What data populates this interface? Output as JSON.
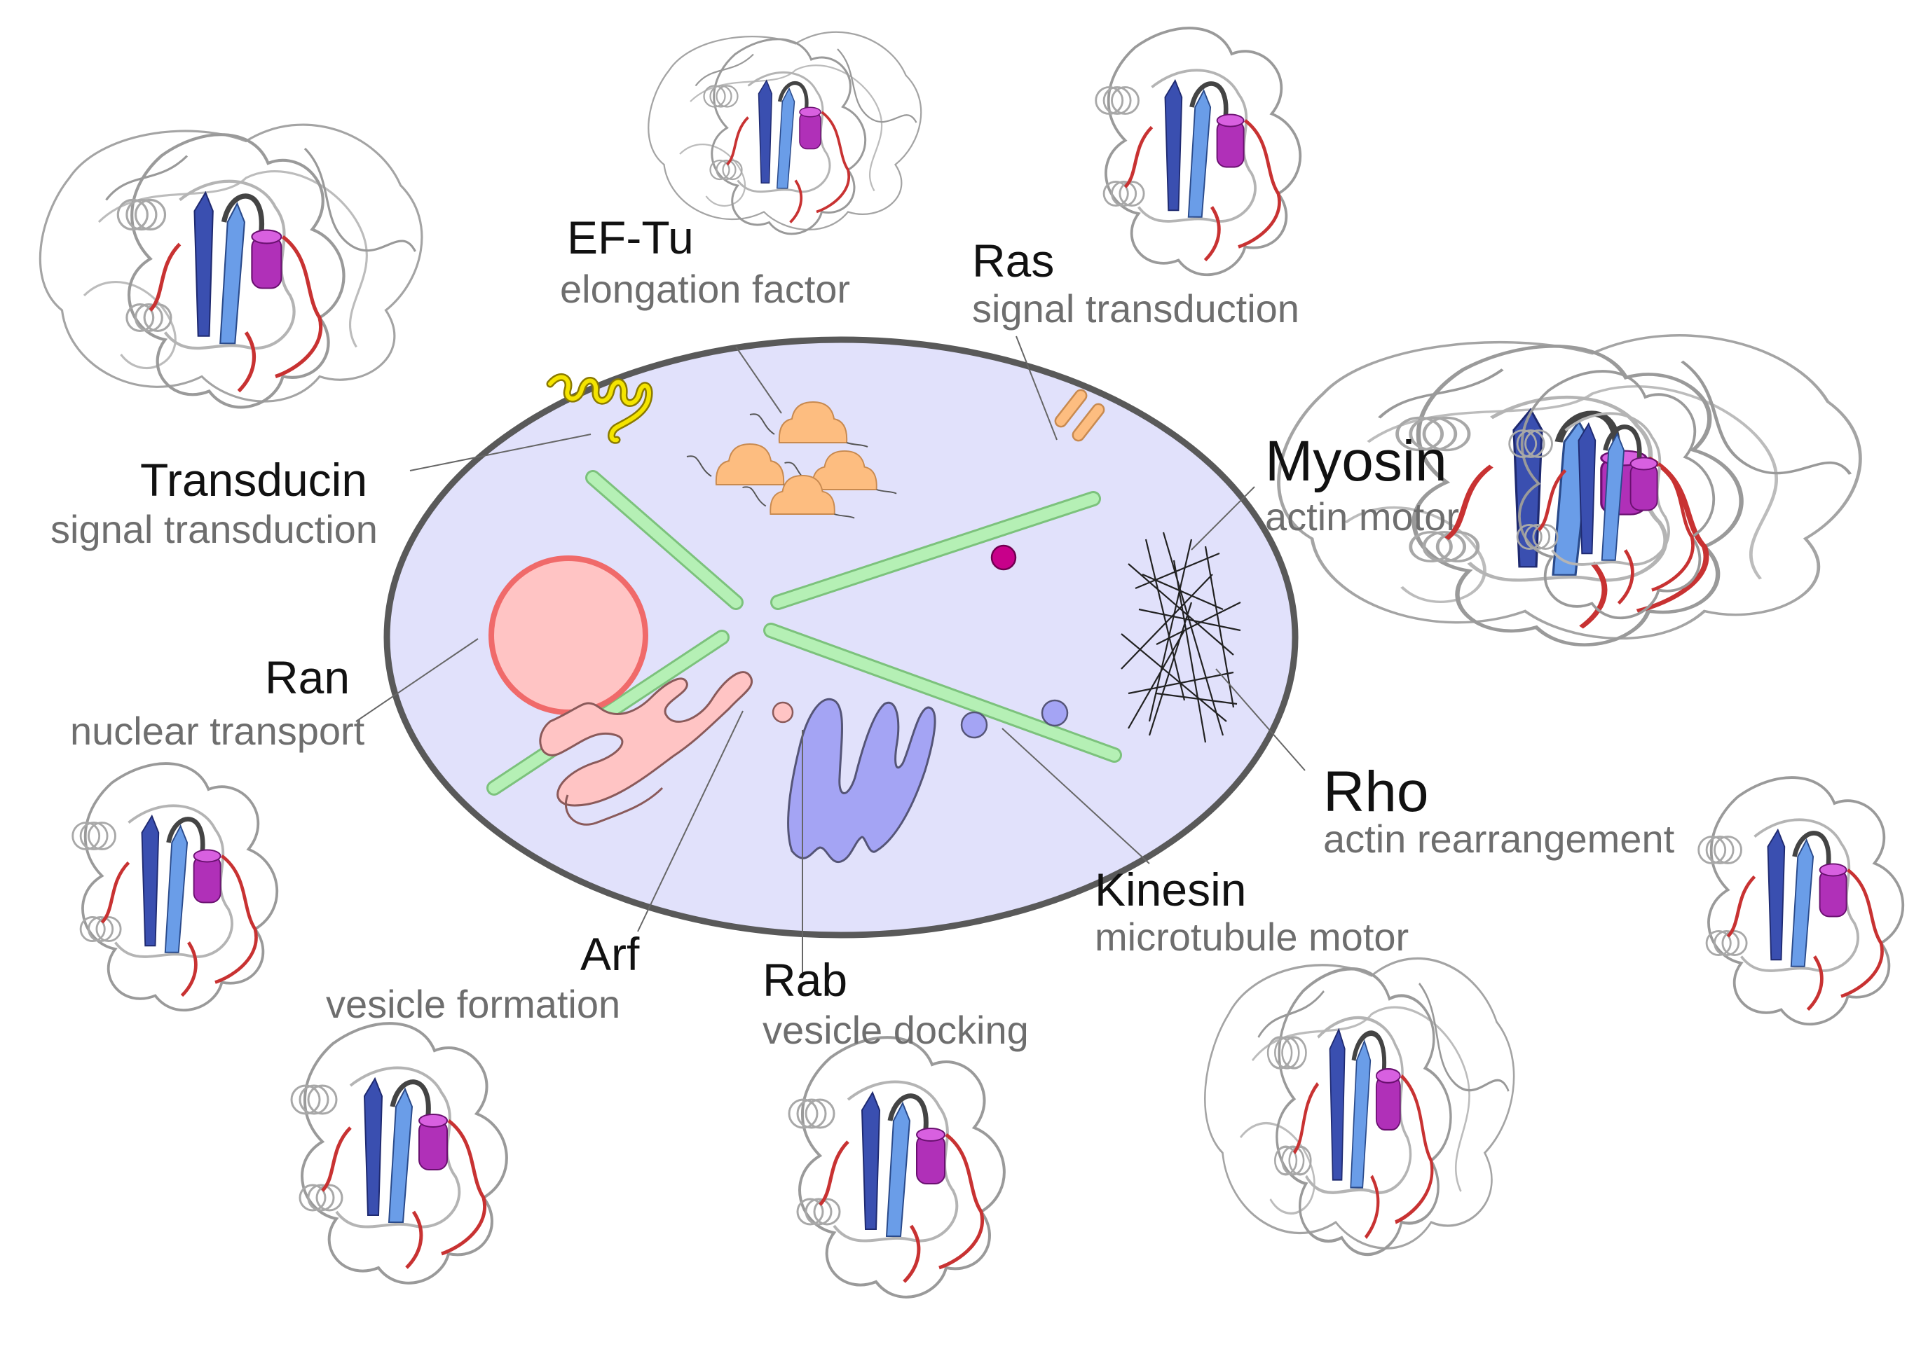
{
  "colors": {
    "cell_fill": "#e1e1fb",
    "cell_stroke": "#595959",
    "microtubule": "#b5f0b5",
    "microtubule_stroke": "#7cc27c",
    "nucleus_fill": "#ffc4c4",
    "nucleus_stroke": "#f06a6a",
    "golgi_fill": "#ffc4c4",
    "er_fill": "#a4a4f4",
    "vesicle_fill": "#a4a4f4",
    "ribosome_fill": "#fdbd80",
    "transducin_coil": "#f4e400",
    "ras_fill": "#fdbd80",
    "helix": "#b030b8",
    "sheet_dark": "#3a4fb0",
    "sheet_light": "#6a9de8",
    "loop_red": "#c83232",
    "loop_gray": "#9a9a9a",
    "leader_line": "#666666"
  },
  "labels": {
    "eftu": {
      "name": "EF-Tu",
      "function": "elongation factor"
    },
    "ras": {
      "name": "Ras",
      "function": "signal transduction"
    },
    "transducin": {
      "name": "Transducin",
      "function": "signal transduction"
    },
    "myosin": {
      "name": "Myosin",
      "function": "actin motor"
    },
    "ran": {
      "name": "Ran",
      "function": "nuclear transport"
    },
    "rho": {
      "name": "Rho",
      "function": "actin rearrangement"
    },
    "kinesin": {
      "name": "Kinesin",
      "function": "microtubule motor"
    },
    "arf": {
      "name": "Arf",
      "function": "vesicle formation"
    },
    "rab": {
      "name": "Rab",
      "function": "vesicle docking"
    }
  }
}
